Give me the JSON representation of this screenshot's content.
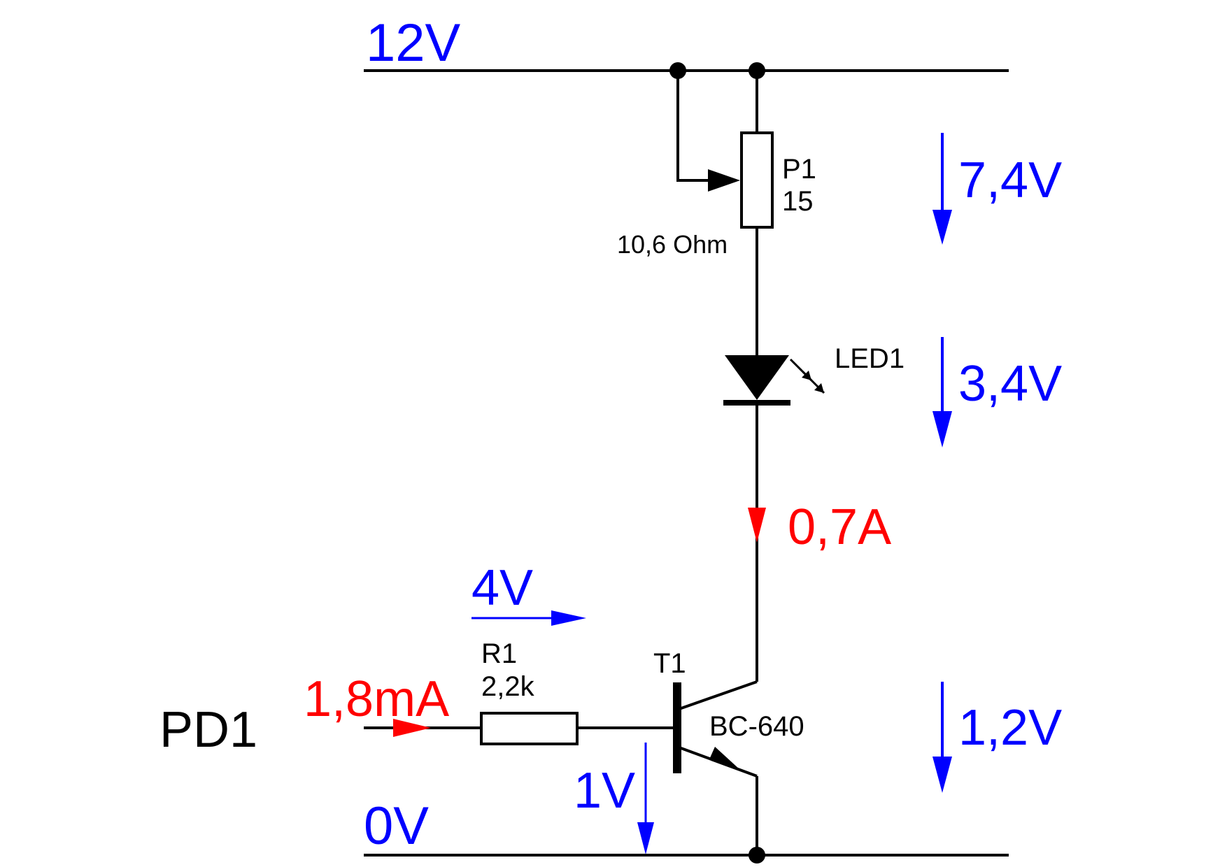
{
  "colors": {
    "voltage": "#0000ff",
    "current": "#ff0000",
    "wire": "#000000",
    "text": "#000000"
  },
  "rails": {
    "top_label": "12V",
    "bottom_label": "0V"
  },
  "components": {
    "p1": {
      "name": "P1",
      "value": "15",
      "setting": "10,6 Ohm"
    },
    "led": {
      "name": "LED1"
    },
    "r1": {
      "name": "R1",
      "value": "2,2k"
    },
    "t1": {
      "name": "T1",
      "type": "BC-640"
    }
  },
  "input": {
    "label": "PD1"
  },
  "voltages": {
    "p1_drop": "7,4V",
    "led_drop": "3,4V",
    "ce_drop": "1,2V",
    "r1_input": "4V",
    "base": "1V"
  },
  "currents": {
    "collector": "0,7A",
    "base": "1,8mA"
  },
  "icons": {
    "junction": "junction-dot-icon",
    "potentiometer": "potentiometer-icon",
    "led": "led-icon",
    "resistor": "resistor-icon",
    "transistor": "npn-transistor-icon",
    "arrow": "arrow-icon"
  }
}
